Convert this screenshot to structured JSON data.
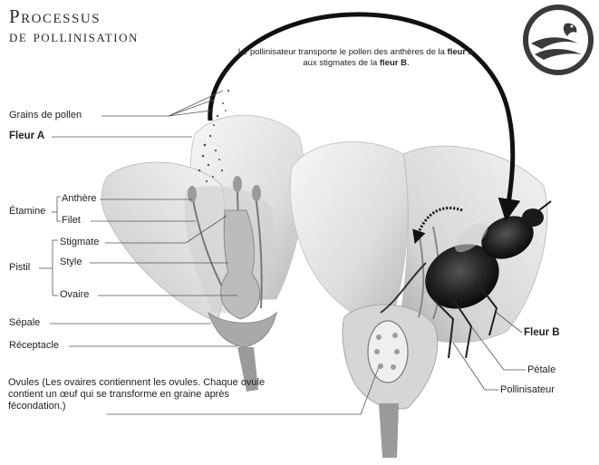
{
  "title_line1": "Processus",
  "title_line2": "de pollinisation",
  "caption": {
    "part1": "Le pollinisateur transporte le pollen des anthères de la ",
    "flower_a": "fleur A",
    "part2": " aux stigmates de la ",
    "flower_b": "fleur B",
    "part3": "."
  },
  "labels": {
    "pollen": "Grains de pollen",
    "fleur_a": "Fleur A",
    "etamine": "Étamine",
    "anthere": "Anthère",
    "filet": "Filet",
    "pistil": "Pistil",
    "stigmate": "Stigmate",
    "style": "Style",
    "ovaire": "Ovaire",
    "sepale": "Sépale",
    "receptacle": "Réceptacle",
    "ovules": "Ovules (Les ovaires contiennent les ovules. Chaque ovule contient un œuf qui se transforme en graine après fécondation.)",
    "fleur_b": "Fleur B",
    "petale": "Pétale",
    "pollinisateur": "Pollinisateur"
  },
  "colors": {
    "arrow": "#111111",
    "petal": "#e8e8e8",
    "petal_shadow": "#bdbdbd",
    "bee": "#1d1d1d",
    "logo": "#3a3a3a"
  },
  "icons": {
    "logo": "bird-swoosh-logo-icon",
    "bee": "bee-icon"
  }
}
